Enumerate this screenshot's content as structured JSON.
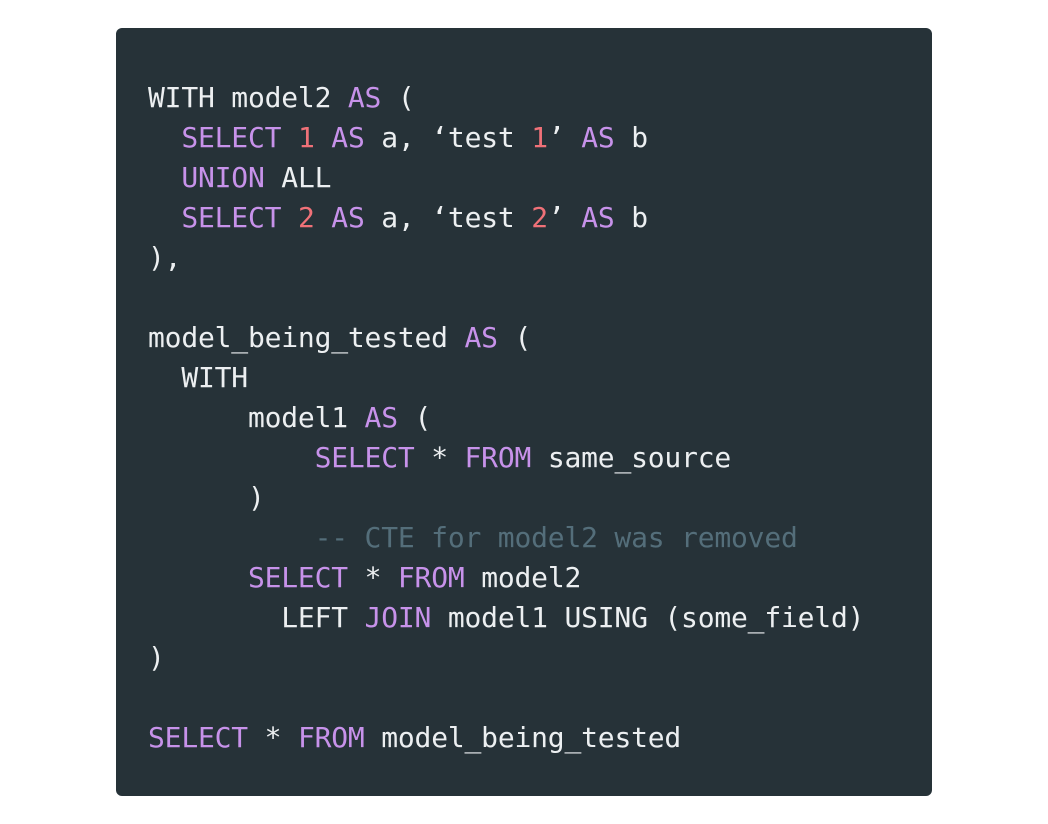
{
  "colors": {
    "background": "#ffffff",
    "code_background": "#263238",
    "plain": "#eceff1",
    "keyword": "#c792ea",
    "number": "#f07178",
    "comment": "#546e7a"
  },
  "code": {
    "language": "sql",
    "lines": [
      [
        {
          "t": "WITH model2 ",
          "k": "pl"
        },
        {
          "t": "AS",
          "k": "kw"
        },
        {
          "t": " (",
          "k": "pl"
        }
      ],
      [
        {
          "t": "  ",
          "k": "pl"
        },
        {
          "t": "SELECT",
          "k": "kw"
        },
        {
          "t": " ",
          "k": "pl"
        },
        {
          "t": "1",
          "k": "num"
        },
        {
          "t": " ",
          "k": "pl"
        },
        {
          "t": "AS",
          "k": "kw"
        },
        {
          "t": " a, ‘test ",
          "k": "pl"
        },
        {
          "t": "1",
          "k": "num"
        },
        {
          "t": "’ ",
          "k": "pl"
        },
        {
          "t": "AS",
          "k": "kw"
        },
        {
          "t": " b",
          "k": "pl"
        }
      ],
      [
        {
          "t": "  ",
          "k": "pl"
        },
        {
          "t": "UNION",
          "k": "kw"
        },
        {
          "t": " ALL",
          "k": "pl"
        }
      ],
      [
        {
          "t": "  ",
          "k": "pl"
        },
        {
          "t": "SELECT",
          "k": "kw"
        },
        {
          "t": " ",
          "k": "pl"
        },
        {
          "t": "2",
          "k": "num"
        },
        {
          "t": " ",
          "k": "pl"
        },
        {
          "t": "AS",
          "k": "kw"
        },
        {
          "t": " a, ‘test ",
          "k": "pl"
        },
        {
          "t": "2",
          "k": "num"
        },
        {
          "t": "’ ",
          "k": "pl"
        },
        {
          "t": "AS",
          "k": "kw"
        },
        {
          "t": " b",
          "k": "pl"
        }
      ],
      [
        {
          "t": "),",
          "k": "pl"
        }
      ],
      [],
      [
        {
          "t": "model_being_tested ",
          "k": "pl"
        },
        {
          "t": "AS",
          "k": "kw"
        },
        {
          "t": " (",
          "k": "pl"
        }
      ],
      [
        {
          "t": "  WITH",
          "k": "pl"
        }
      ],
      [
        {
          "t": "      model1 ",
          "k": "pl"
        },
        {
          "t": "AS",
          "k": "kw"
        },
        {
          "t": " (",
          "k": "pl"
        }
      ],
      [
        {
          "t": "          ",
          "k": "pl"
        },
        {
          "t": "SELECT",
          "k": "kw"
        },
        {
          "t": " * ",
          "k": "pl"
        },
        {
          "t": "FROM",
          "k": "kw"
        },
        {
          "t": " same_source",
          "k": "pl"
        }
      ],
      [
        {
          "t": "      )",
          "k": "pl"
        }
      ],
      [
        {
          "t": "          ",
          "k": "pl"
        },
        {
          "t": "-- CTE for model2 was removed",
          "k": "cm"
        }
      ],
      [
        {
          "t": "      ",
          "k": "pl"
        },
        {
          "t": "SELECT",
          "k": "kw"
        },
        {
          "t": " * ",
          "k": "pl"
        },
        {
          "t": "FROM",
          "k": "kw"
        },
        {
          "t": " model2",
          "k": "pl"
        }
      ],
      [
        {
          "t": "        LEFT ",
          "k": "pl"
        },
        {
          "t": "JOIN",
          "k": "kw"
        },
        {
          "t": " model1 USING (some_field)",
          "k": "pl"
        }
      ],
      [
        {
          "t": ")",
          "k": "pl"
        }
      ],
      [],
      [
        {
          "t": "SELECT",
          "k": "kw"
        },
        {
          "t": " * ",
          "k": "pl"
        },
        {
          "t": "FROM",
          "k": "kw"
        },
        {
          "t": " model_being_tested",
          "k": "pl"
        }
      ]
    ]
  }
}
